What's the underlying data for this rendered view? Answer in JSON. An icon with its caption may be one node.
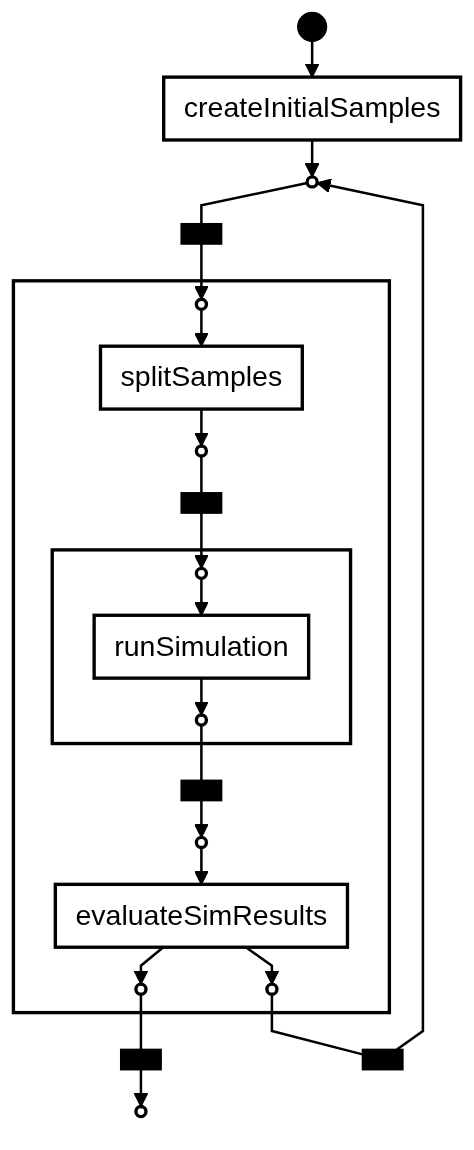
{
  "diagram": {
    "nodes": [
      {
        "text": [],
        "shape": "circle"
      },
      {
        "text": [
          "createInitialSamples"
        ]
      },
      {
        "text": [],
        "shape": "circle"
      },
      {
        "text": [],
        "shape": "bar"
      },
      {
        "text": [],
        "shape": "box"
      },
      {
        "text": [],
        "shape": "circle",
        "in": 4
      },
      {
        "text": [
          "splitSamples"
        ],
        "in": 4
      },
      {
        "text": [],
        "shape": "circle",
        "in": 4
      },
      {
        "text": [],
        "shape": "bar",
        "in": 4
      },
      {
        "text": [],
        "shape": "box",
        "in": 4
      },
      {
        "text": [],
        "shape": "circle",
        "in": 9
      },
      {
        "text": [
          "runSimulation"
        ],
        "in": 9
      },
      {
        "text": [],
        "shape": "circle",
        "in": 9
      },
      {
        "text": [],
        "shape": "bar",
        "in": 4
      },
      {
        "text": [],
        "shape": "circle",
        "in": 4
      },
      {
        "text": [
          "evaluateSimResults"
        ],
        "in": 4
      },
      {
        "text": [],
        "shape": "circle",
        "in": 4
      },
      {
        "text": [],
        "shape": "circle",
        "in": 4
      },
      {
        "text": [],
        "shape": "bar"
      },
      {
        "text": [],
        "shape": "circle"
      },
      {
        "text": [],
        "shape": "bar"
      }
    ],
    "edges": [
      {
        "from": 0,
        "to": 1,
        "arrow": "to"
      },
      {
        "from": 1,
        "to": 2,
        "arrow": "to"
      },
      {
        "from": 2,
        "to": 3,
        "arrow": "none"
      },
      {
        "from": 3,
        "to": 5,
        "arrow": "to"
      },
      {
        "from": 5,
        "to": 6,
        "arrow": "to"
      },
      {
        "from": 6,
        "to": 7,
        "arrow": "to"
      },
      {
        "from": 7,
        "to": 8,
        "arrow": "none"
      },
      {
        "from": 8,
        "to": 10,
        "arrow": "to"
      },
      {
        "from": 10,
        "to": 11,
        "arrow": "to"
      },
      {
        "from": 11,
        "to": 12,
        "arrow": "to"
      },
      {
        "from": 12,
        "to": 13,
        "arrow": "none"
      },
      {
        "from": 13,
        "to": 14,
        "arrow": "to"
      },
      {
        "from": 14,
        "to": 15,
        "arrow": "to"
      },
      {
        "from": 15,
        "to": 16,
        "arrow": "to"
      },
      {
        "from": 15,
        "to": 17,
        "arrow": "to"
      },
      {
        "from": 16,
        "to": 18,
        "arrow": "none"
      },
      {
        "from": 18,
        "to": 19,
        "arrow": "to"
      },
      {
        "from": 17,
        "to": 20,
        "arrow": "none"
      },
      {
        "from": 20,
        "to": 2,
        "arrow": "to"
      }
    ]
  }
}
